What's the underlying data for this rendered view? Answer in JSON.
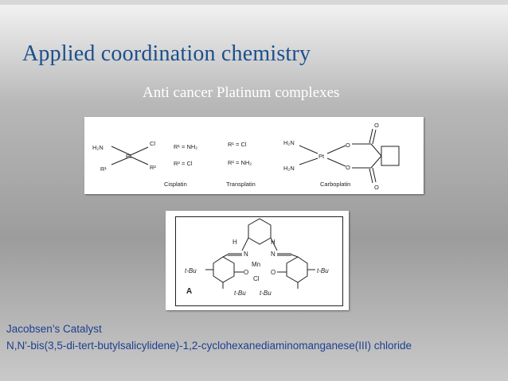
{
  "slide": {
    "title": "Applied coordination chemistry",
    "subtitle": "Anti cancer Platinum complexes",
    "accent_color": "#1b4f8c"
  },
  "structures": {
    "cisplatin_block": {
      "h2n": "H₂N",
      "cl": "Cl",
      "r1": "R¹",
      "r2": "R²",
      "pt": "Pt",
      "eq1": "R¹ = NH₂",
      "eq2": "R² = Cl",
      "name": "Cisplatin"
    },
    "transplatin_block": {
      "eq1": "R¹ = Cl",
      "eq2": "R² = NH₂",
      "name": "Transplatin"
    },
    "carboplatin_block": {
      "h2n_top": "H₂N",
      "h2n_bottom": "H₂N",
      "pt": "Pt",
      "o_top": "O",
      "o_bottom": "O",
      "o_carbonyl_top": "O",
      "o_carbonyl_bottom": "O",
      "name": "Carboplatin"
    },
    "jacobsen_structure": {
      "h_left": "H",
      "h_right": "H",
      "n_left": "N",
      "n_right": "N",
      "mn": "Mn",
      "cl": "Cl",
      "o_left": "O",
      "o_right": "O",
      "tbu_left": "t-Bu",
      "tbu_right": "t-Bu",
      "tbu_bottom_left": "t-Bu",
      "tbu_bottom_right": "t-Bu",
      "label": "A"
    }
  },
  "captions": {
    "line1": "Jacobsen’s Catalyst",
    "line2": "N,N'-bis(3,5-di-tert-butylsalicylidene)-1,2-cyclohexanediaminomanganese(III) chloride"
  }
}
